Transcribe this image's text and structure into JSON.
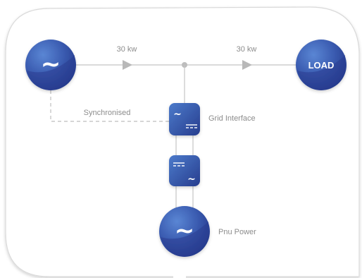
{
  "flow_label_left": "30 kw",
  "flow_label_right": "30 kw",
  "sync_label": "Synchronised",
  "grid_interface_label": "Grid Interface",
  "pnu_power_label": "Pnu Power",
  "load_label": "LOAD",
  "colors": {
    "node_dark": "#2b3f93",
    "node_light": "#4a78c8",
    "line": "#c4c4c4",
    "frame": "#d9d9d9",
    "text": "#8c8c8c"
  }
}
